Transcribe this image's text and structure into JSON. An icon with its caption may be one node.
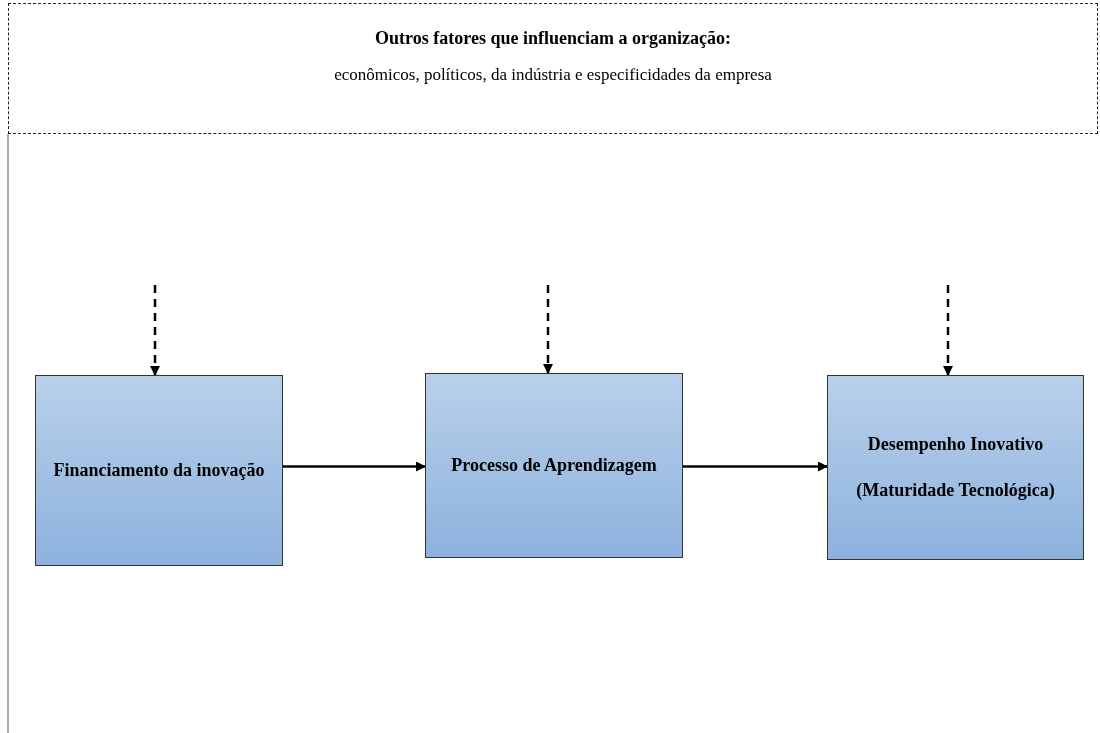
{
  "diagram": {
    "nodes": [
      {
        "text": [
          "Outros fatores que influenciam a organização:",
          "econômicos, políticos, da indústria e especificidades da empresa"
        ]
      },
      {
        "text": [
          "Financiamento da inovação"
        ]
      },
      {
        "text": [
          "Processo de Aprendizagem"
        ]
      },
      {
        "text": [
          "Desempenho Inovativo",
          "(Maturidade Tecnológica)"
        ]
      }
    ],
    "edges": [
      {
        "from": null,
        "to": 1,
        "arrow": "to",
        "style": "dashed"
      },
      {
        "from": null,
        "to": 2,
        "arrow": "to",
        "style": "dashed"
      },
      {
        "from": null,
        "to": 3,
        "arrow": "to",
        "style": "dashed"
      },
      {
        "from": 1,
        "to": 2,
        "arrow": "to"
      },
      {
        "from": 2,
        "to": 3,
        "arrow": "to"
      }
    ]
  }
}
